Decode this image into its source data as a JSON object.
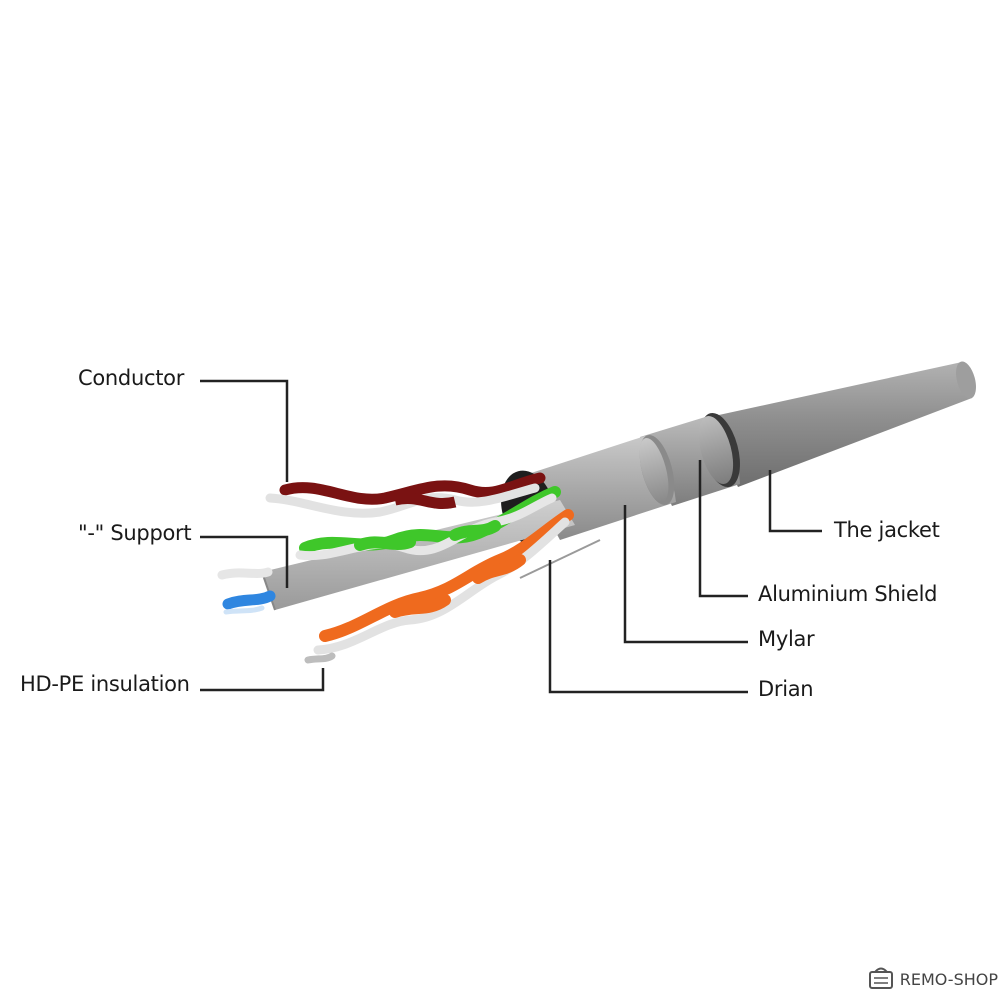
{
  "labels": {
    "conductor": "Conductor",
    "support": "\"-\" Support",
    "hdpe_insulation": "HD-PE insulation",
    "jacket": "The jacket",
    "aluminium_shield": "Aluminium Shield",
    "mylar": "Mylar",
    "drain": "Drian"
  },
  "watermark": {
    "text": "REMO-SHOP",
    "icon": "shopping-cart-icon"
  },
  "colors": {
    "jacket": "#8c8c8c",
    "shield": "#9a9a9a",
    "mylar": "#a6a6a6",
    "pair_brown": "#7a1212",
    "pair_green": "#3fc72a",
    "pair_orange": "#ef6a1e",
    "pair_blue": "#2f86e0",
    "leader_line": "#222222"
  }
}
